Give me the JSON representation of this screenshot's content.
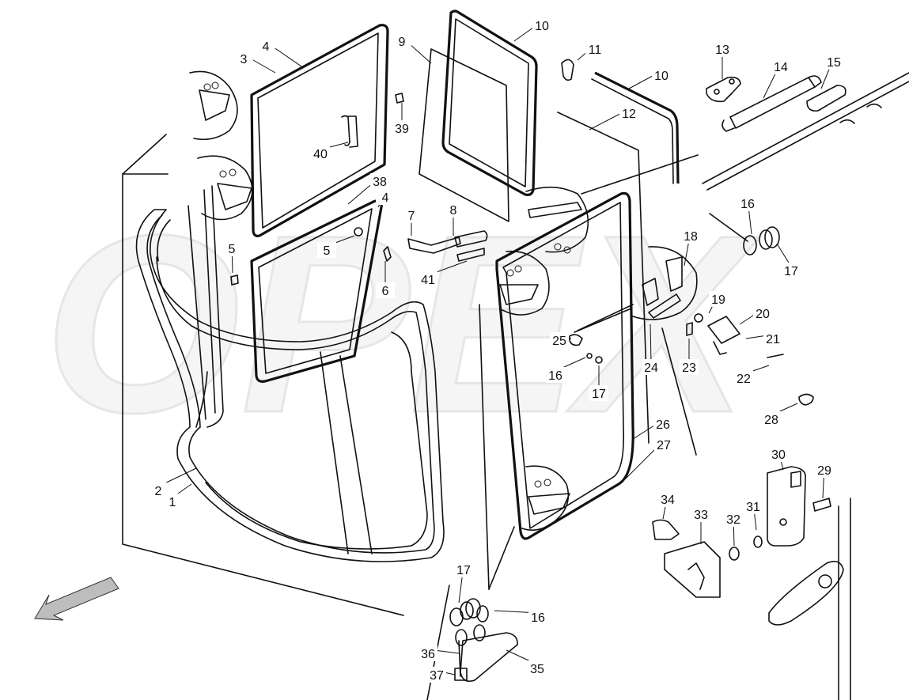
{
  "diagram": {
    "watermark": "OPEX",
    "callouts": [
      {
        "id": "c1",
        "label": "1"
      },
      {
        "id": "c2",
        "label": "2"
      },
      {
        "id": "c3",
        "label": "3"
      },
      {
        "id": "c4a",
        "label": "4"
      },
      {
        "id": "c4b",
        "label": "4"
      },
      {
        "id": "c5a",
        "label": "5"
      },
      {
        "id": "c5b",
        "label": "5"
      },
      {
        "id": "c6",
        "label": "6"
      },
      {
        "id": "c7",
        "label": "7"
      },
      {
        "id": "c8",
        "label": "8"
      },
      {
        "id": "c9",
        "label": "9"
      },
      {
        "id": "c10a",
        "label": "10"
      },
      {
        "id": "c10b",
        "label": "10"
      },
      {
        "id": "c11",
        "label": "11"
      },
      {
        "id": "c12",
        "label": "12"
      },
      {
        "id": "c13",
        "label": "13"
      },
      {
        "id": "c14",
        "label": "14"
      },
      {
        "id": "c15",
        "label": "15"
      },
      {
        "id": "c16a",
        "label": "16"
      },
      {
        "id": "c16b",
        "label": "16"
      },
      {
        "id": "c16c",
        "label": "16"
      },
      {
        "id": "c17a",
        "label": "17"
      },
      {
        "id": "c17b",
        "label": "17"
      },
      {
        "id": "c17c",
        "label": "17"
      },
      {
        "id": "c18",
        "label": "18"
      },
      {
        "id": "c19",
        "label": "19"
      },
      {
        "id": "c20",
        "label": "20"
      },
      {
        "id": "c21",
        "label": "21"
      },
      {
        "id": "c22",
        "label": "22"
      },
      {
        "id": "c23",
        "label": "23"
      },
      {
        "id": "c24",
        "label": "24"
      },
      {
        "id": "c25",
        "label": "25"
      },
      {
        "id": "c26",
        "label": "26"
      },
      {
        "id": "c27",
        "label": "27"
      },
      {
        "id": "c28",
        "label": "28"
      },
      {
        "id": "c29",
        "label": "29"
      },
      {
        "id": "c30",
        "label": "30"
      },
      {
        "id": "c31",
        "label": "31"
      },
      {
        "id": "c32",
        "label": "32"
      },
      {
        "id": "c33",
        "label": "33"
      },
      {
        "id": "c34",
        "label": "34"
      },
      {
        "id": "c35",
        "label": "35"
      },
      {
        "id": "c36",
        "label": "36"
      },
      {
        "id": "c37",
        "label": "37"
      },
      {
        "id": "c38",
        "label": "38"
      },
      {
        "id": "c39",
        "label": "39"
      },
      {
        "id": "c40",
        "label": "40"
      },
      {
        "id": "c41",
        "label": "41"
      }
    ]
  }
}
